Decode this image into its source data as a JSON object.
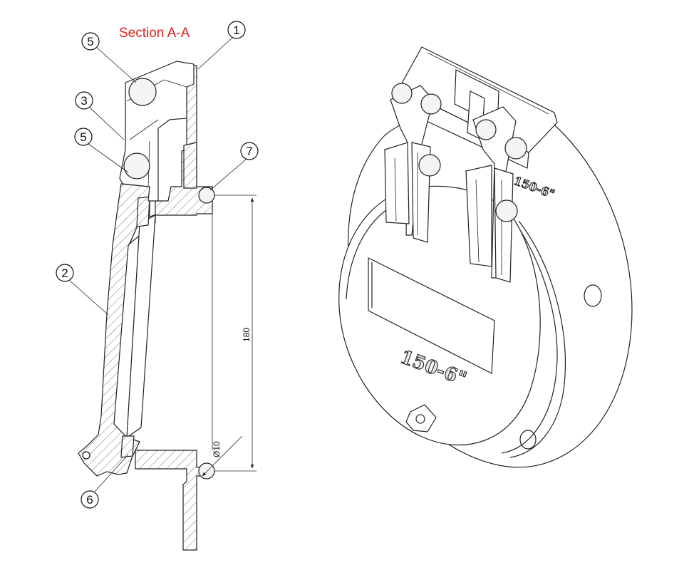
{
  "section_title": "Section A-A",
  "callouts": {
    "c1": "1",
    "c2": "2",
    "c3": "3",
    "c5a": "5",
    "c5b": "5",
    "c6": "6",
    "c7": "7"
  },
  "dimensions": {
    "opening": "180",
    "pin_diameter": "Ø10"
  },
  "stamps": {
    "flap_marking": "150-6\"",
    "flange_marking": "150-6\""
  },
  "colors": {
    "title": "#e5201f",
    "line": "#222222",
    "hatch": "#222222"
  }
}
